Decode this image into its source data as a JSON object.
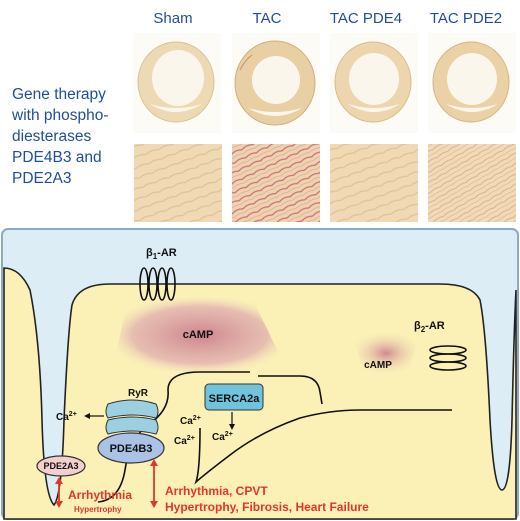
{
  "panel_headers": [
    "Sham",
    "TAC",
    "TAC PDE4",
    "TAC PDE2"
  ],
  "left_text": [
    "Gene therapy",
    "with phospho-",
    "diesterases",
    "PDE4B3 and",
    "PDE2A3"
  ],
  "diagram": {
    "beta1_receptor": {
      "base": "β",
      "sub": "1",
      "suffix": "-AR"
    },
    "beta2_receptor": {
      "base": "β",
      "sub": "2",
      "suffix": "-AR"
    },
    "camp_main": "cAMP",
    "camp_small": "cAMP",
    "ryr": "RyR",
    "serca": "SERCA2a",
    "ca_left": {
      "base": "Ca",
      "sup": "2+"
    },
    "ca_mid1": {
      "base": "Ca",
      "sup": "2+"
    },
    "ca_mid2": {
      "base": "Ca",
      "sup": "2+"
    },
    "ca_serca": {
      "base": "Ca",
      "sup": "2+"
    },
    "pde4b3": "PDE4B3",
    "pde2a3": "PDE2A3",
    "effect_left_main": "Arrhythmia",
    "effect_left_sub": "Hypertrophy",
    "effect_right_line1": "Arrhythmia, CPVT",
    "effect_right_line2": "Hypertrophy, Fibrosis, Heart Failure"
  },
  "colors": {
    "header_text": "#1f4e9a",
    "cell_fill": "#fbf1b6",
    "extracellular": "#dcedf6",
    "camp_cloud": "#cf8b9a",
    "serca_fill": "#6fc3dd",
    "pde4b3_fill": "#a9c2e6",
    "pde2a3_fill": "#f3d0cf",
    "effect_text": "#e2362d",
    "panel_border": "#8fa8c6"
  }
}
